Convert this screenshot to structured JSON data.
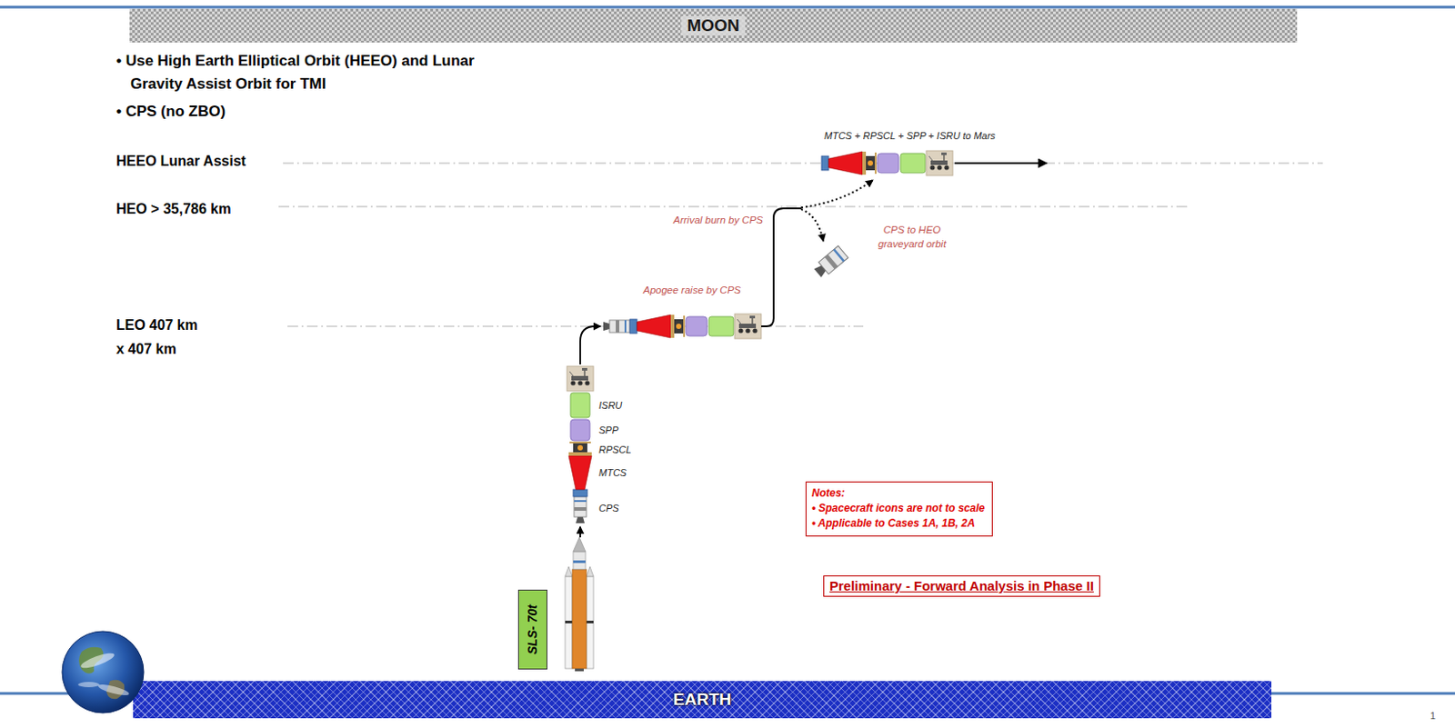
{
  "diagram": {
    "nodes": [
      {
        "text": [
          "MOON"
        ]
      },
      {
        "text": [
          "Notes:",
          "• Spacecraft icons are not to scale",
          "• Applicable to Cases 1A, 1B, 2A"
        ]
      },
      {
        "text": [
          "Preliminary - Forward Analysis in Phase II"
        ]
      },
      {
        "text": [
          "SLS- 70t"
        ]
      },
      {
        "text": [
          "EARTH"
        ]
      }
    ],
    "labels": [
      "• Use High Earth Elliptical Orbit (HEEO) and Lunar Gravity Assist Orbit for TMI",
      "• CPS (no ZBO)",
      "HEEO Lunar Assist",
      "MTCS + RPSCL + SPP + ISRU to Mars",
      "HEO > 35,786 km",
      "Arrival burn by CPS",
      "CPS to HEO graveyard orbit",
      "Apogee raise by CPS",
      "LEO 407 km x 407 km",
      "ISRU",
      "SPP",
      "RPSCL",
      "MTCS",
      "CPS",
      "1"
    ]
  }
}
